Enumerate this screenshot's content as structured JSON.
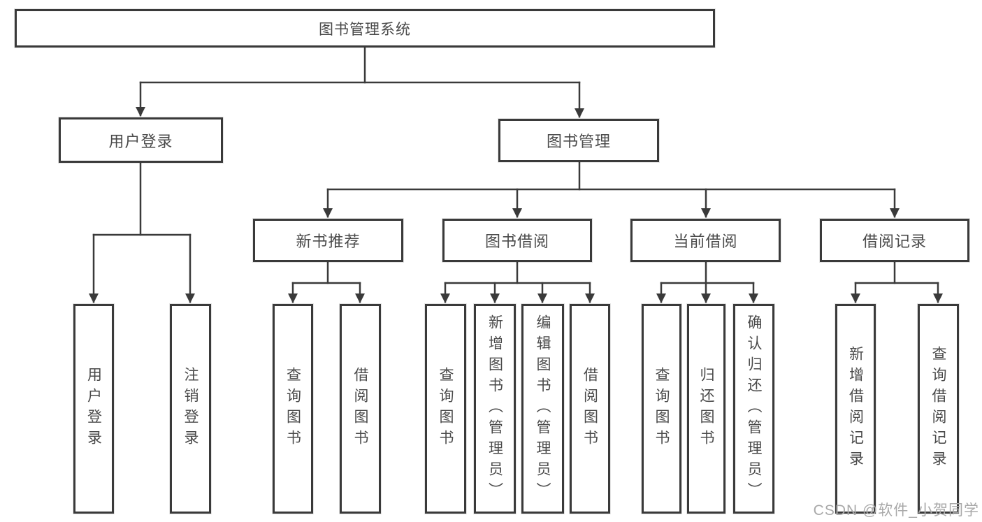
{
  "diagram": {
    "tree": {
      "label": "图书管理系统",
      "children": [
        {
          "label": "用户登录",
          "children": [
            {
              "label": "用户登录"
            },
            {
              "label": "注销登录"
            }
          ]
        },
        {
          "label": "图书管理",
          "children": [
            {
              "label": "新书推荐",
              "children": [
                {
                  "label": "查询图书"
                },
                {
                  "label": "借阅图书"
                }
              ]
            },
            {
              "label": "图书借阅",
              "children": [
                {
                  "label": "查询图书"
                },
                {
                  "label": "新增图书（管理员）"
                },
                {
                  "label": "编辑图书（管理员）"
                },
                {
                  "label": "借阅图书"
                }
              ]
            },
            {
              "label": "当前借阅",
              "children": [
                {
                  "label": "查询图书"
                },
                {
                  "label": "归还图书"
                },
                {
                  "label": "确认归还（管理员）"
                }
              ]
            },
            {
              "label": "借阅记录",
              "children": [
                {
                  "label": "新增借阅记录"
                },
                {
                  "label": "查询借阅记录"
                }
              ]
            }
          ]
        }
      ]
    },
    "colors": {
      "line": "#3a3a3a",
      "text": "#4a4a4a",
      "watermark": "#a9a9a9",
      "background": "#ffffff"
    },
    "watermark": "CSDN @软件_小贺同学"
  }
}
